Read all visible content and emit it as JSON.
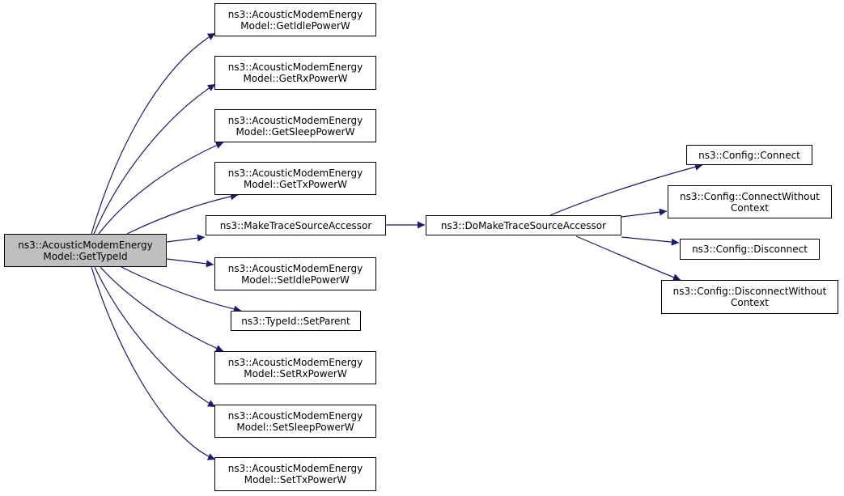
{
  "diagram": {
    "colors": {
      "edge": "#191970",
      "node_border": "#000000",
      "node_fill": "#ffffff",
      "root_fill": "#bfbfbf"
    },
    "nodes": {
      "get_type_id": "ns3::AcousticModemEnergy\nModel::GetTypeId",
      "get_idle_power_w": "ns3::AcousticModemEnergy\nModel::GetIdlePowerW",
      "get_rx_power_w": "ns3::AcousticModemEnergy\nModel::GetRxPowerW",
      "get_sleep_power_w": "ns3::AcousticModemEnergy\nModel::GetSleepPowerW",
      "get_tx_power_w": "ns3::AcousticModemEnergy\nModel::GetTxPowerW",
      "make_trace_source_accessor": "ns3::MakeTraceSourceAccessor",
      "set_idle_power_w": "ns3::AcousticModemEnergy\nModel::SetIdlePowerW",
      "typeid_set_parent": "ns3::TypeId::SetParent",
      "set_rx_power_w": "ns3::AcousticModemEnergy\nModel::SetRxPowerW",
      "set_sleep_power_w": "ns3::AcousticModemEnergy\nModel::SetSleepPowerW",
      "set_tx_power_w": "ns3::AcousticModemEnergy\nModel::SetTxPowerW",
      "do_make_trace_source_accessor": "ns3::DoMakeTraceSourceAccessor",
      "config_connect": "ns3::Config::Connect",
      "config_connect_without_context": "ns3::Config::ConnectWithout\nContext",
      "config_disconnect": "ns3::Config::Disconnect",
      "config_disconnect_without_context": "ns3::Config::DisconnectWithout\nContext"
    }
  }
}
